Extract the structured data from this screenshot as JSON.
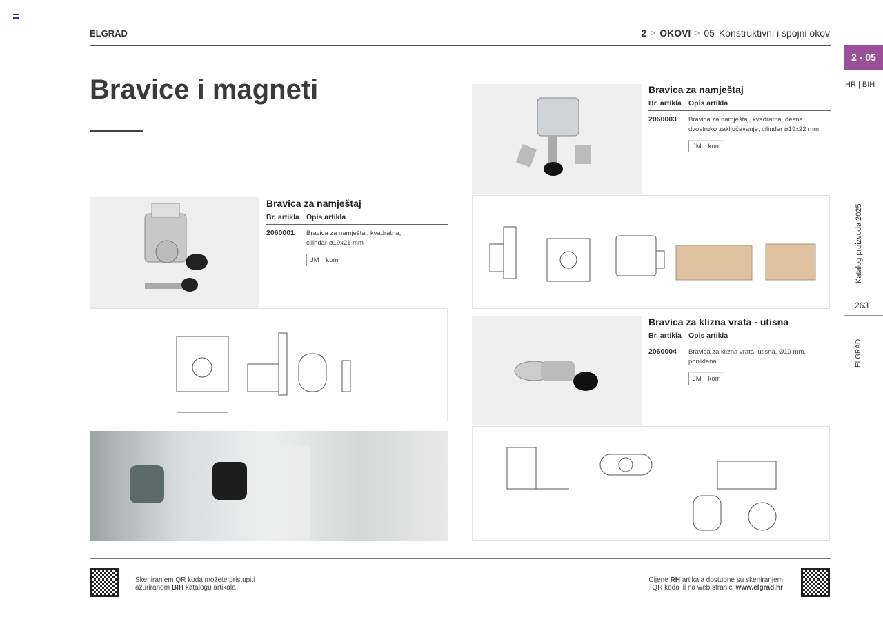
{
  "header": {
    "brand": "ELGRAD",
    "breadcrumb": [
      "2",
      "OKOVI",
      "05",
      "Konstruktivni i spojni okov"
    ]
  },
  "side": {
    "tab": "2 - 05",
    "region": "HR | BIH",
    "catalog": "Katalog proizvoda 2025",
    "page": "263",
    "brand": "ELGRAD",
    "accent": "#9b4f96"
  },
  "title": "Bravice i magneti",
  "columns": {
    "number": "Br. artikla",
    "desc": "Opis artikla"
  },
  "products": [
    {
      "name": "Bravica za namještaj",
      "number": "2060001",
      "desc": "Bravica za namještaj, kvadratna, cilindar ø19x21 mm",
      "unit_label": "JM",
      "unit": "kom"
    },
    {
      "name": "Bravica za namještaj",
      "number": "2060003",
      "desc": "Bravica za namještaj, kvadratna, desna, dvostruko zaključavanje, cilindar ø19x22 mm",
      "unit_label": "JM",
      "unit": "kom"
    },
    {
      "name": "Bravica za klizna vrata - utisna",
      "number": "2060004",
      "desc": "Bravica za klizna vrata, utisna, Ø19 mm, poniklana",
      "unit_label": "JM",
      "unit": "kom"
    }
  ],
  "footer": {
    "left": {
      "pre": "Skeniranjem QR koda možete pristupiti",
      "pre2": "ažuriranom ",
      "bold": "BIH",
      "post": " katalogu artikala"
    },
    "right": {
      "pre": "Cijene ",
      "bold": "RH",
      "post": " artikala dostupne su skeniranjem",
      "line2": "QR koda ili na web stranici ",
      "url": "www.elgrad.hr"
    }
  }
}
